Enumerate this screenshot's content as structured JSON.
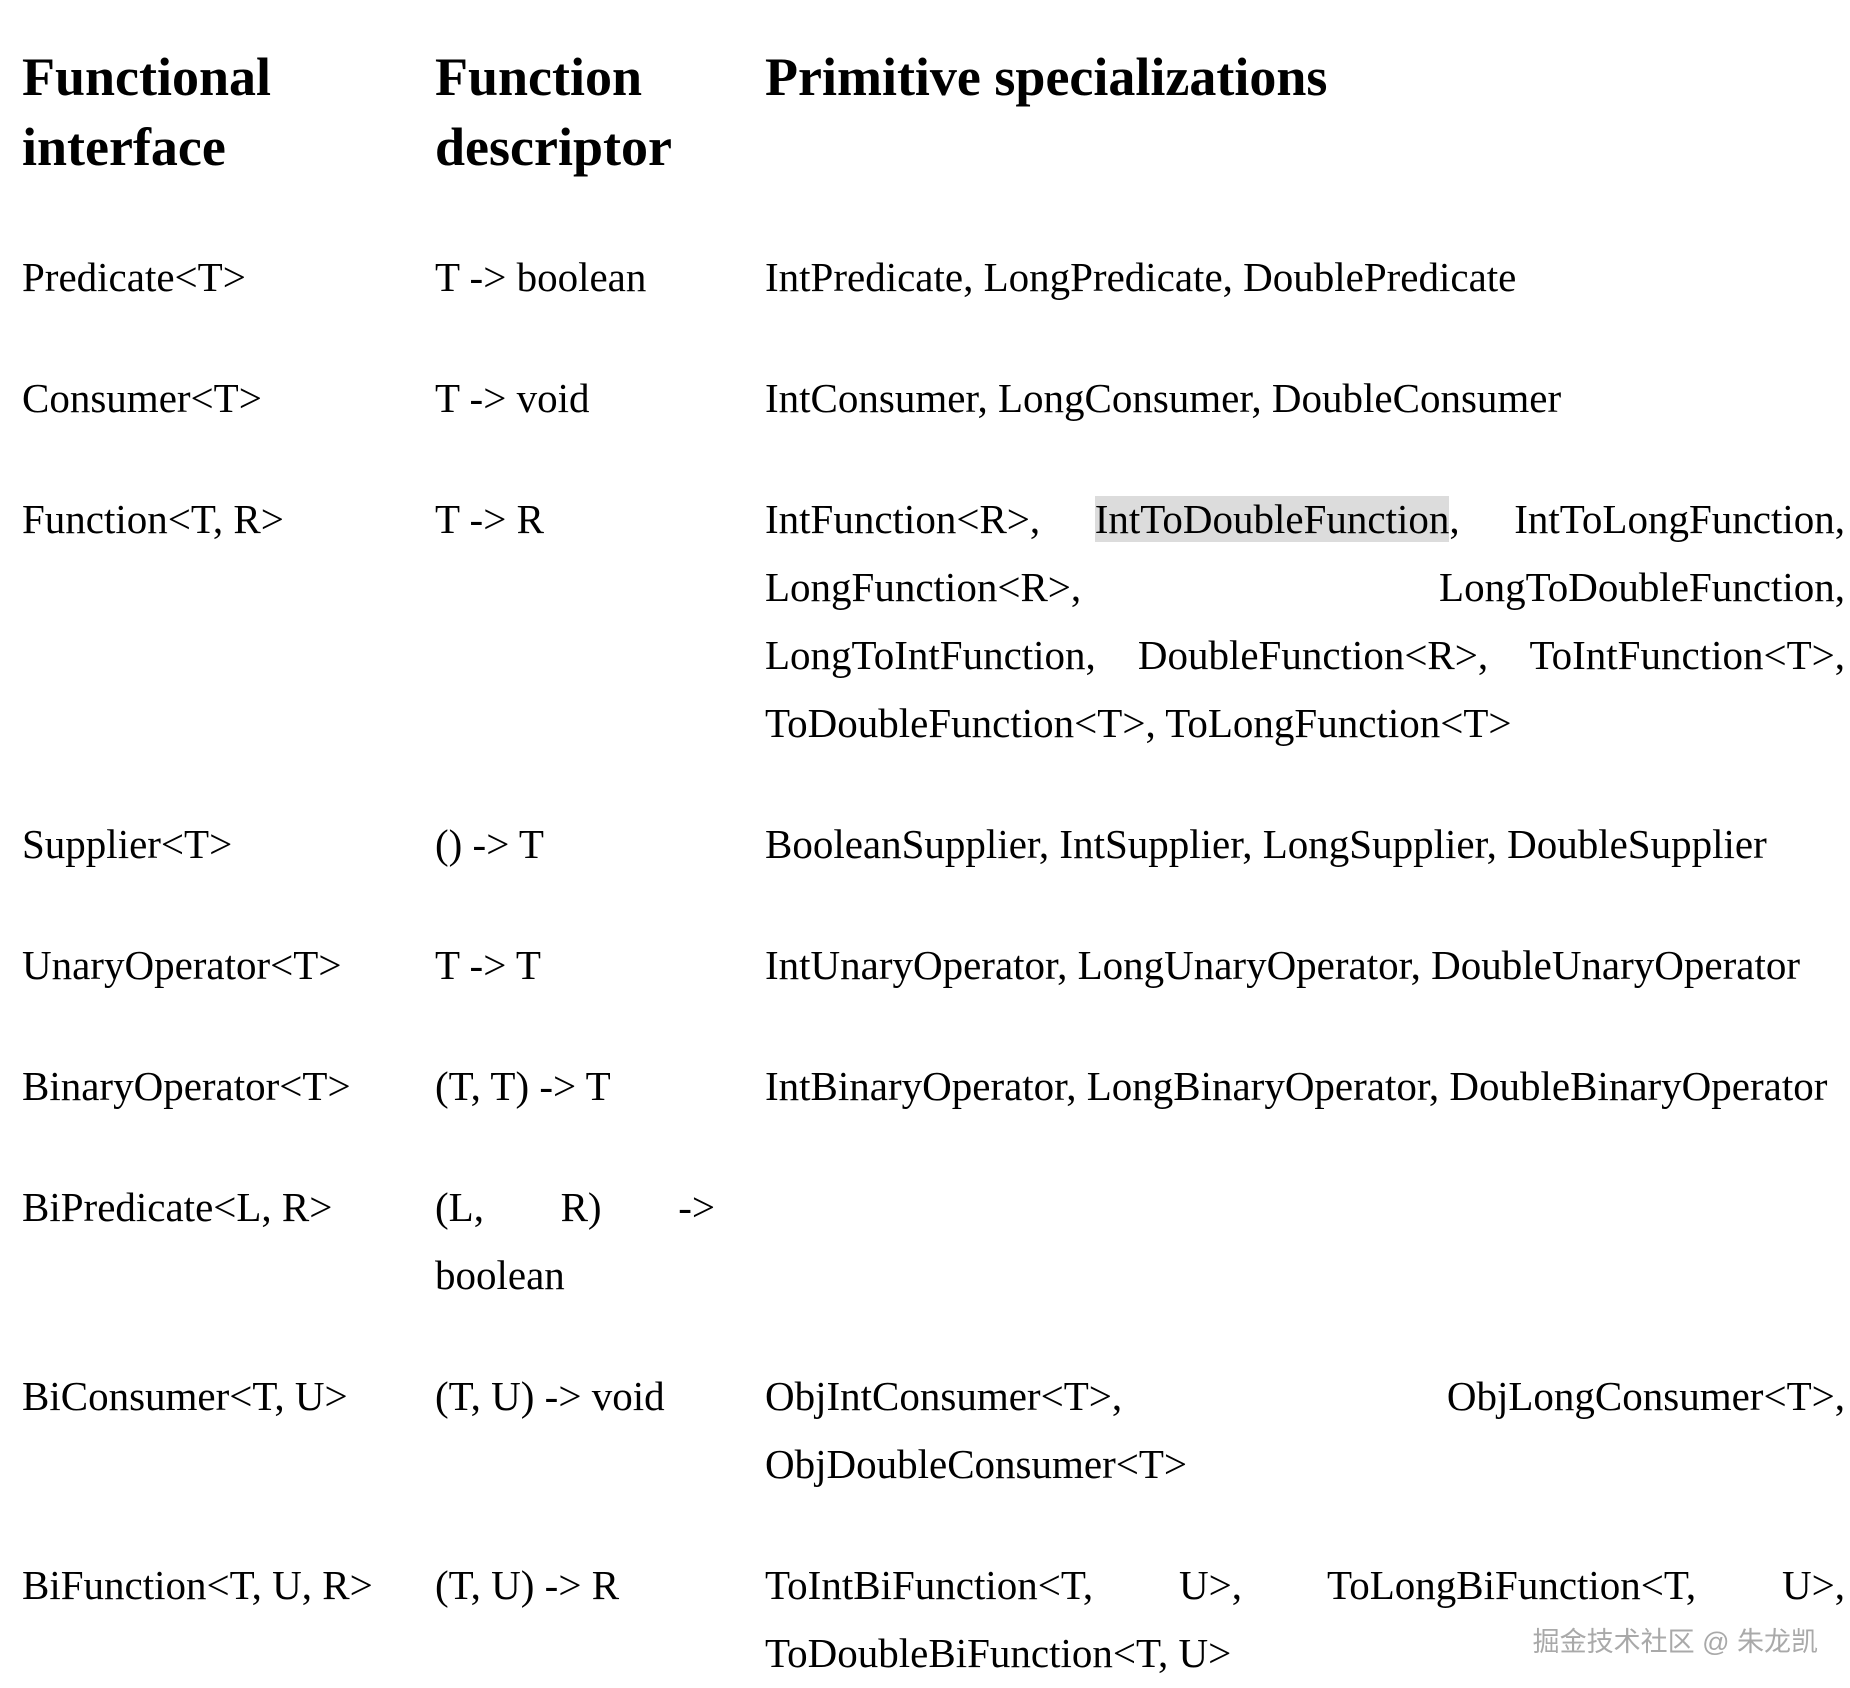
{
  "page": {
    "background_color": "#ffffff",
    "text_color": "#000000",
    "highlight_color": "#dcdcdc",
    "watermark_color": "#a9a9a9"
  },
  "table": {
    "columns": [
      {
        "label": "Functional interface"
      },
      {
        "label": "Function descriptor"
      },
      {
        "label": "Primitive specializations"
      }
    ],
    "rows": [
      {
        "interface": "Predicate<T>",
        "descriptor_lines": [
          "T -> boolean"
        ],
        "specialization_lines": [
          [
            {
              "text": "IntPredicate, LongPredicate, DoublePredicate",
              "highlight": false
            }
          ]
        ]
      },
      {
        "interface": "Consumer<T>",
        "descriptor_lines": [
          "T -> void"
        ],
        "specialization_lines": [
          [
            {
              "text": "IntConsumer, LongConsumer, DoubleConsumer",
              "highlight": false
            }
          ]
        ]
      },
      {
        "interface": "Function<T, R>",
        "descriptor_lines": [
          "T -> R"
        ],
        "specialization_lines": [
          [
            {
              "text": "IntFunction<R>, ",
              "highlight": false
            },
            {
              "text": "IntToDoubleFunction",
              "highlight": true
            },
            {
              "text": ", IntToLongFunction,",
              "highlight": false
            }
          ],
          [
            {
              "text": "LongFunction<R>, LongToDoubleFunction,",
              "highlight": false
            }
          ],
          [
            {
              "text": "LongToIntFunction, DoubleFunction<R>, ToIntFunction<T>,",
              "highlight": false
            }
          ],
          [
            {
              "text": "ToDoubleFunction<T>, ToLongFunction<T>",
              "highlight": false
            }
          ]
        ]
      },
      {
        "interface": "Supplier<T>",
        "descriptor_lines": [
          "() -> T"
        ],
        "specialization_lines": [
          [
            {
              "text": "BooleanSupplier, IntSupplier, LongSupplier, DoubleSupplier",
              "highlight": false
            }
          ]
        ]
      },
      {
        "interface": "UnaryOperator<T>",
        "descriptor_lines": [
          "T -> T"
        ],
        "specialization_lines": [
          [
            {
              "text": "IntUnaryOperator, LongUnaryOperator, DoubleUnaryOperator",
              "highlight": false
            }
          ]
        ]
      },
      {
        "interface": "BinaryOperator<T>",
        "descriptor_lines": [
          "(T, T) -> T"
        ],
        "specialization_lines": [
          [
            {
              "text": "IntBinaryOperator, LongBinaryOperator, DoubleBinaryOperator",
              "highlight": false
            }
          ]
        ]
      },
      {
        "interface": "BiPredicate<L, R>",
        "descriptor_lines": [
          "(L, R) ->",
          "boolean"
        ],
        "specialization_lines": []
      },
      {
        "interface": "BiConsumer<T, U>",
        "descriptor_lines": [
          "(T, U) -> void"
        ],
        "specialization_lines": [
          [
            {
              "text": "ObjIntConsumer<T>, ObjLongConsumer<T>,",
              "highlight": false
            }
          ],
          [
            {
              "text": "ObjDoubleConsumer<T>",
              "highlight": false
            }
          ]
        ]
      },
      {
        "interface": "BiFunction<T, U, R>",
        "descriptor_lines": [
          "(T, U) -> R"
        ],
        "specialization_lines": [
          [
            {
              "text": "ToIntBiFunction<T, U>, ToLongBiFunction<T, U>,",
              "highlight": false
            }
          ],
          [
            {
              "text": "ToDoubleBiFunction<T, U>",
              "highlight": false
            }
          ]
        ]
      }
    ]
  },
  "watermark": {
    "text": "掘金技术社区 @ 朱龙凯"
  }
}
